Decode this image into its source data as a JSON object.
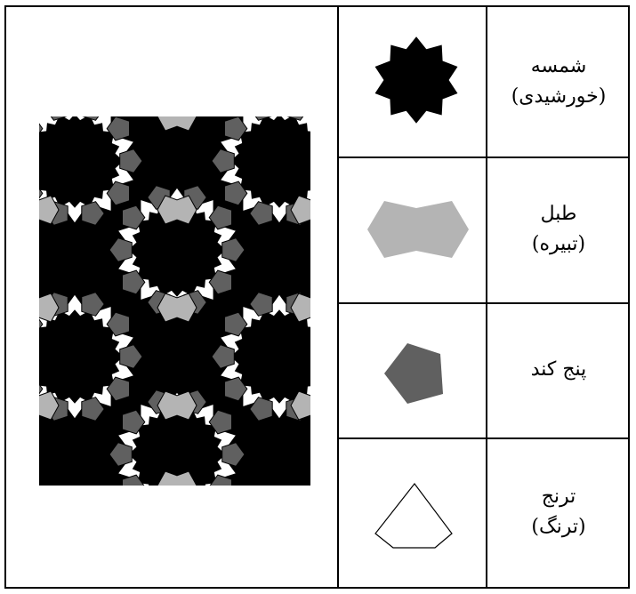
{
  "colors": {
    "shamseh": "#000000",
    "tabl": "#b4b4b4",
    "panj_kond": "#606060",
    "toranj": "#ffffff",
    "line": "#000000"
  },
  "legend": [
    {
      "key": "shamseh",
      "line1": "شمسه",
      "line2": "(خورشیدی)"
    },
    {
      "key": "tabl",
      "line1": "طبل",
      "line2": "(تبیره)"
    },
    {
      "key": "panj_kond",
      "line1": "پنج کند",
      "line2": ""
    },
    {
      "key": "toranj",
      "line1": "ترنج",
      "line2": "(ترنگ)"
    }
  ]
}
